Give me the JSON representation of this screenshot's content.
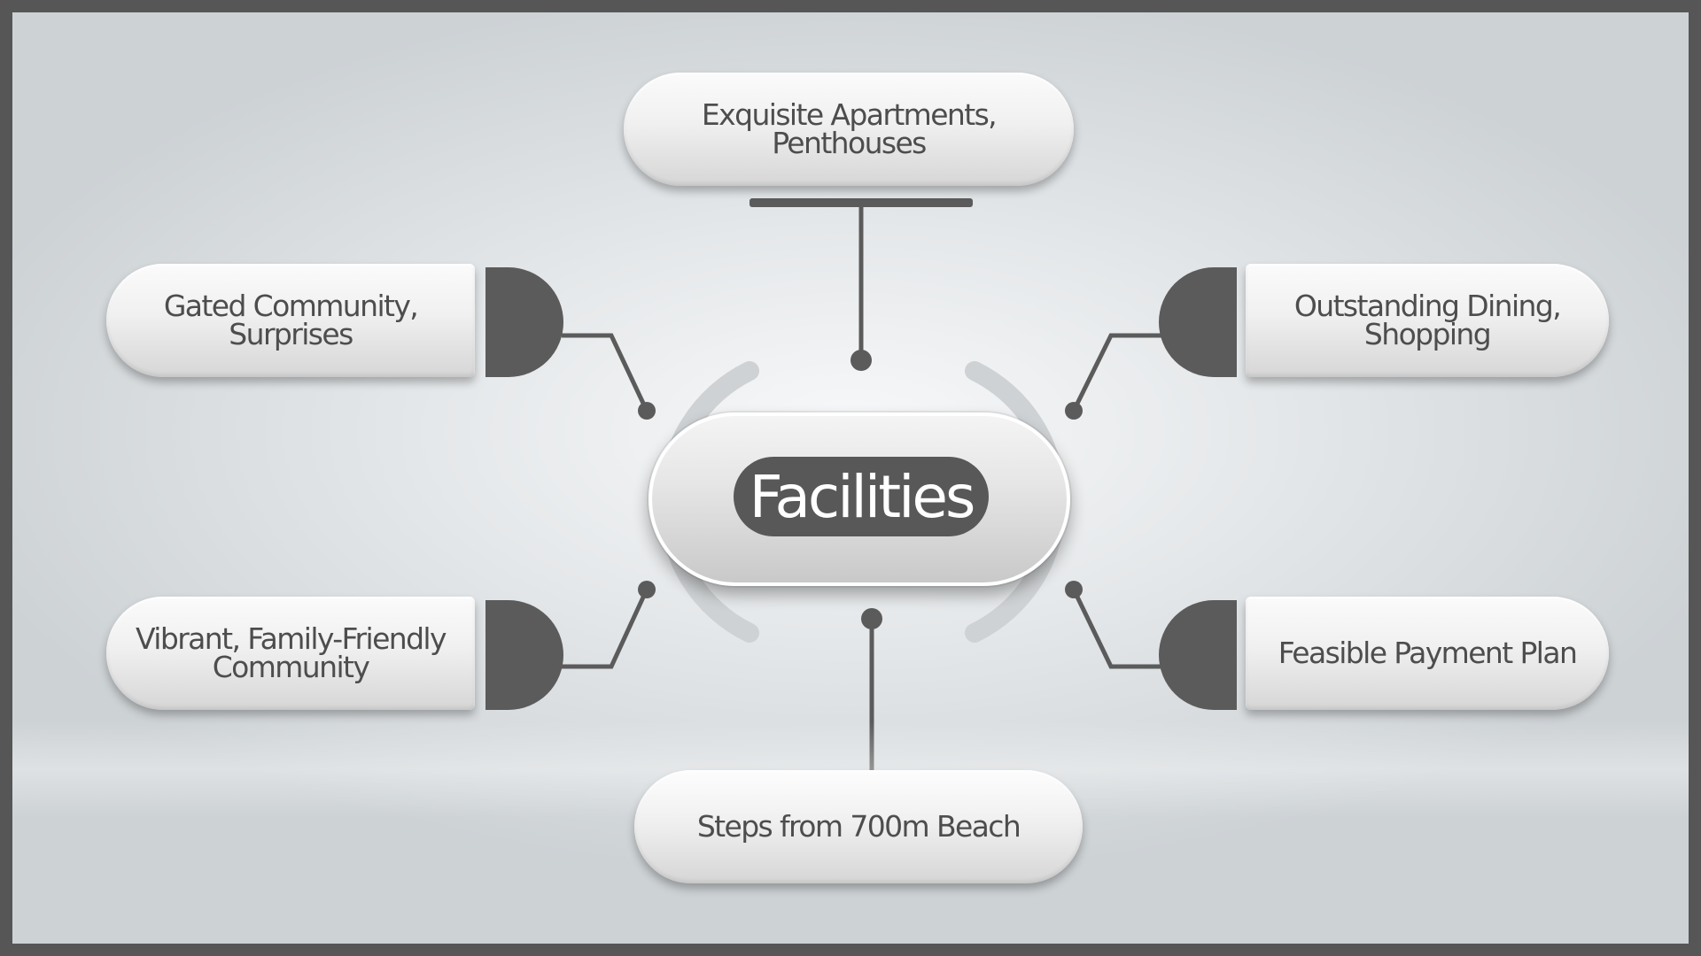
{
  "center": {
    "label": "Facilities"
  },
  "nodes": {
    "top": "Exquisite Apartments,\nPenthouses",
    "left_upper": "Gated Community,\nSurprises",
    "right_upper": "Outstanding Dining,\nShopping",
    "left_lower": "Vibrant, Family-Friendly\nCommunity",
    "right_lower": "Feasible Payment Plan",
    "bottom": "Steps from 700m Beach"
  },
  "colors": {
    "accent_dark": "#5b5b5b",
    "pill_light": "#f0f0f0",
    "background": "#e5e8ea"
  }
}
